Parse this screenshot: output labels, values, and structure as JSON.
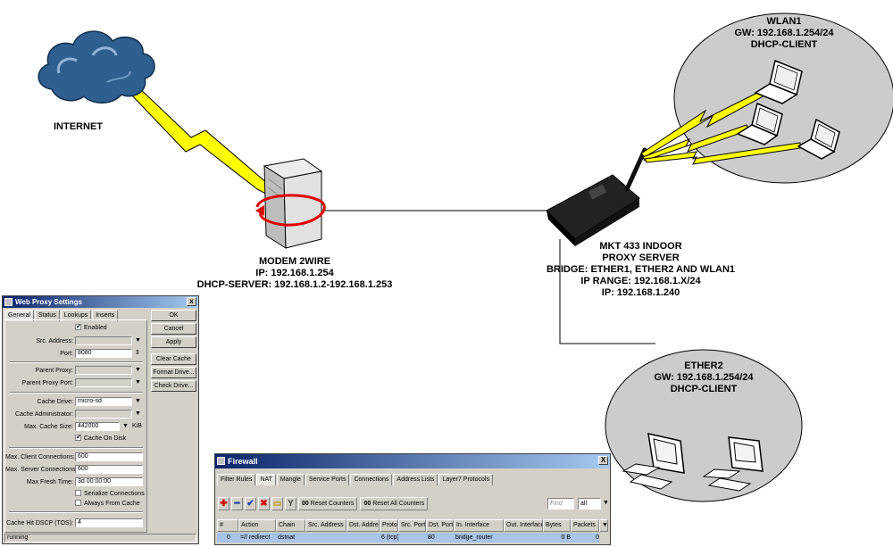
{
  "diagram": {
    "internet_label": "INTERNET",
    "modem": {
      "lines": [
        "MODEM 2WIRE",
        "IP: 192.168.1.254",
        "DHCP-SERVER: 192.168.1.2-192.168.1.253"
      ]
    },
    "router": {
      "lines": [
        "MKT 433 INDOOR",
        "PROXY SERVER",
        "BRIDGE: ETHER1, ETHER2 AND WLAN1",
        "IP RANGE: 192.168.1.X/24",
        "IP: 192.168.1.240"
      ]
    },
    "wlan_zone": {
      "lines": [
        "WLAN1",
        "GW: 192.168.1.254/24",
        "DHCP-CLIENT"
      ]
    },
    "ether_zone": {
      "lines": [
        "ETHER2",
        "GW: 192.168.1.254/24",
        "DHCP-CLIENT"
      ]
    },
    "colors": {
      "lightning": "#ffff00",
      "zone": "#cccccc",
      "cloud": "#2f5f8f",
      "router_body": "#1a1a1a"
    }
  },
  "web_proxy": {
    "title": "Web Proxy Settings",
    "close": "x",
    "tabs": [
      "General",
      "Status",
      "Lookups",
      "Inserts"
    ],
    "enabled_label": "Enabled",
    "src_address_label": "Src. Address:",
    "port_label": "Port:",
    "port_value": "8080",
    "parent_proxy_label": "Parent Proxy:",
    "parent_proxy_port_label": "Parent Proxy Port:",
    "cache_drive_label": "Cache Drive:",
    "cache_drive_value": "micro-sd",
    "cache_admin_label": "Cache Administrator:",
    "max_cache_size_label": "Max. Cache Size:",
    "max_cache_size_value": "442000",
    "max_cache_size_unit": "KiB",
    "cache_on_disk_label": "Cache On Disk",
    "max_client_conn_label": "Max. Client Connections:",
    "max_client_conn_value": "600",
    "max_server_conn_label": "Max. Server Connections:",
    "max_server_conn_value": "600",
    "max_fresh_time_label": "Max Fresh Time:",
    "max_fresh_time_value": "3d 00:00:00",
    "serialize_label": "Serialize Connections",
    "always_from_cache_label": "Always From Cache",
    "cache_hit_dscp_label": "Cache Hit DSCP (TOS):",
    "cache_hit_dscp_value": "4",
    "buttons": {
      "ok": "OK",
      "cancel": "Cancel",
      "apply": "Apply",
      "clear_cache": "Clear Cache",
      "format_drive": "Format Drive...",
      "check_drive": "Check Drive..."
    },
    "status": "running"
  },
  "firewall": {
    "title": "Firewall",
    "close": "X",
    "tabs": [
      "Filter Rules",
      "NAT",
      "Mangle",
      "Service Ports",
      "Connections",
      "Address Lists",
      "Layer7 Protocols"
    ],
    "reset_counters": "Reset Counters",
    "reset_all_counters": "Reset All Counters",
    "counter_glyph": "00",
    "find_placeholder": "Find",
    "filter_value": "all",
    "columns": [
      "#",
      "Action",
      "Chain",
      "Src. Address",
      "Dst. Address",
      "Proto...",
      "Src. Port",
      "Dst. Port",
      "In. Interface",
      "Out. Interface",
      "Bytes",
      "Packets"
    ],
    "rows": [
      [
        "0",
        "=// redirect",
        "dstnat",
        "",
        "",
        "6 (tcp)",
        "",
        "80",
        "bridge_router",
        "",
        "0 B",
        "0"
      ]
    ]
  }
}
